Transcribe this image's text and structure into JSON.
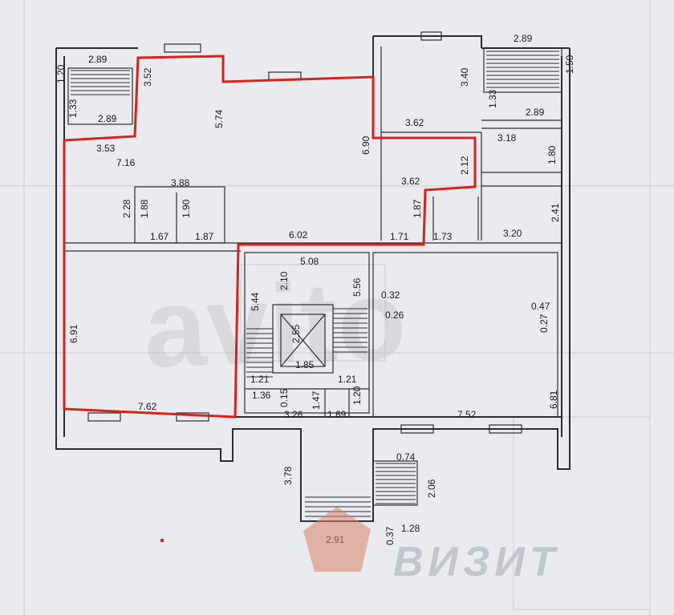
{
  "dimensions": [
    "2.89",
    "1.20",
    "3.52",
    "1.33",
    "2.89",
    "5.74",
    "3.53",
    "7.16",
    "3.88",
    "2.28",
    "1.88",
    "1.90",
    "1.67",
    "1.87",
    "6.90",
    "3.62",
    "3.40",
    "2.89",
    "1.50",
    "1.33",
    "2.89",
    "3.18",
    "1.80",
    "3.62",
    "2.12",
    "1.87",
    "2.41",
    "1.71",
    "1.73",
    "6.02",
    "3.20",
    "5.08",
    "2.10",
    "5.44",
    "5.56",
    "0.32",
    "0.26",
    "0.47",
    "0.27",
    "6.91",
    "2.55",
    "1.85",
    "1.21",
    "1.21",
    "0.15",
    "1.47",
    "1.36",
    "3.26",
    "1.69",
    "1.20",
    "7.62",
    "7.52",
    "6.81",
    "0.74",
    "3.78",
    "2.06",
    "2.91",
    "0.37",
    "1.28"
  ],
  "watermark": "avito",
  "brand": {
    "name": "ВИЗИТ",
    "logo_color": "#d9836a"
  },
  "colors": {
    "highlight": "#d8221c",
    "walls": "#2b2d33",
    "background": "#e9ebef"
  }
}
